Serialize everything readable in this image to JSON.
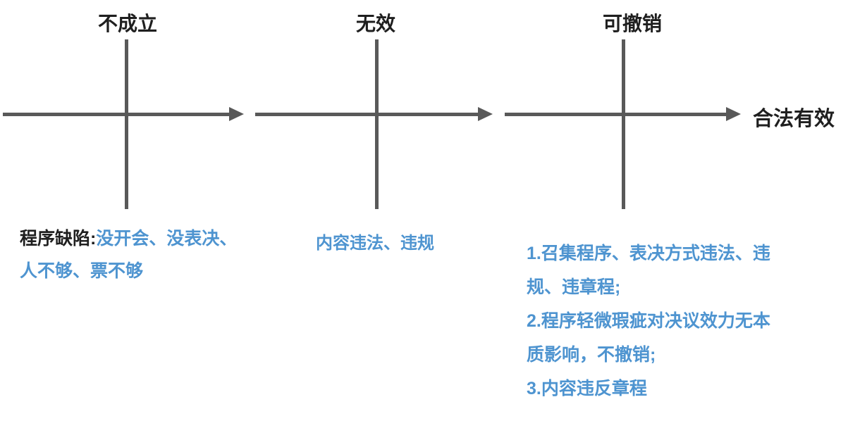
{
  "diagram": {
    "axis_end_label": "合法有效",
    "colors": {
      "line_gray": "#595959",
      "text_dark": "#1f1f1f",
      "accent_blue": "#4e94d0"
    },
    "sections": [
      {
        "title": "不成立",
        "note_prefix": "程序缺陷:",
        "note_lines": [
          "没开会、没表决、",
          "人不够、票不够"
        ]
      },
      {
        "title": "无效",
        "note_lines": [
          "内容违法、违规"
        ]
      },
      {
        "title": "可撤销",
        "note_lines": [
          "1.召集程序、表决方式违法、违",
          "规、违章程;",
          "2.程序轻微瑕疵对决议效力无本",
          "质影响，不撤销;",
          "3.内容违反章程"
        ]
      }
    ]
  }
}
